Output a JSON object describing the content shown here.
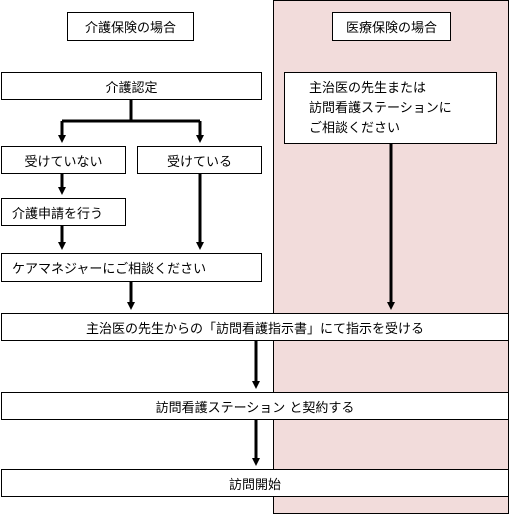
{
  "colors": {
    "panel": "#f2dcdb"
  },
  "headers": {
    "kaigo": "介護保険の場合",
    "iryo": "医療保険の場合"
  },
  "boxes": {
    "kaigo_nintei": "介護認定",
    "not_received": "受けていない",
    "received": "受けている",
    "apply": "介護申請を行う",
    "care_manager": "ケアマネジャーにご相談ください",
    "consult_lines": [
      "主治医の先生または",
      "訪問看護ステーションに",
      "ご相談ください"
    ],
    "directive": "主治医の先生からの「訪問看護指示書」にて指示を受ける",
    "contract": "訪問看護ステーション と契約する",
    "start": "訪問開始"
  }
}
